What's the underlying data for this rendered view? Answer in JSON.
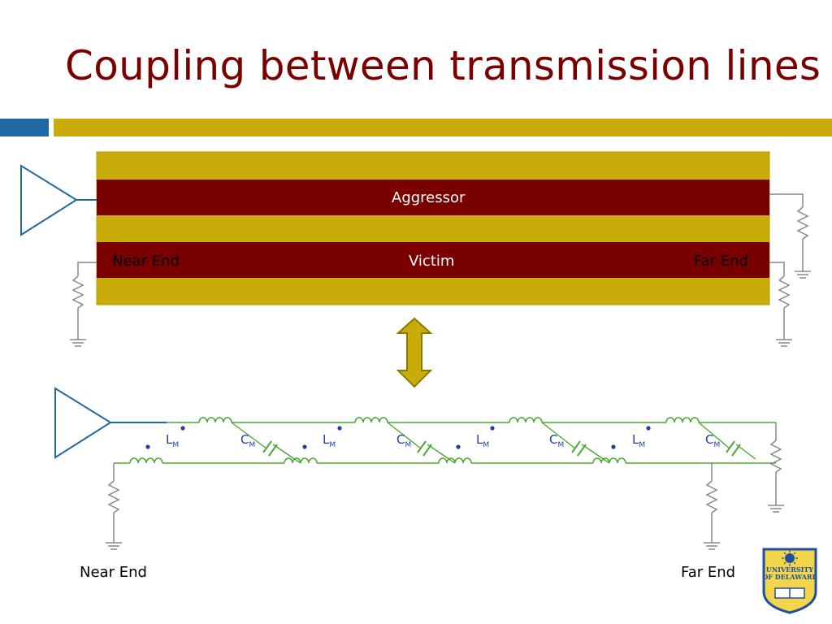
{
  "slide": {
    "title": "Coupling between transmission lines"
  },
  "stripline": {
    "aggressor_label": "Aggressor",
    "victim_label": "Victim",
    "near_end_label": "Near End",
    "far_end_label": "Far End"
  },
  "circuit": {
    "near_end_label": "Near End",
    "far_end_label": "Far End",
    "inductor_label": "L",
    "inductor_subscript": "M",
    "capacitor_label": "C",
    "capacitor_subscript": "M"
  },
  "logo": {
    "text": "UNIVERSITY OF DELAWARE"
  },
  "colors": {
    "title": "#7a0000",
    "trace": "#7a0000",
    "substrate": "#c9ac0a",
    "accent_blue": "#1f6aa5",
    "wire_green": "#4ca832",
    "dot_blue": "#1f3ea8"
  }
}
